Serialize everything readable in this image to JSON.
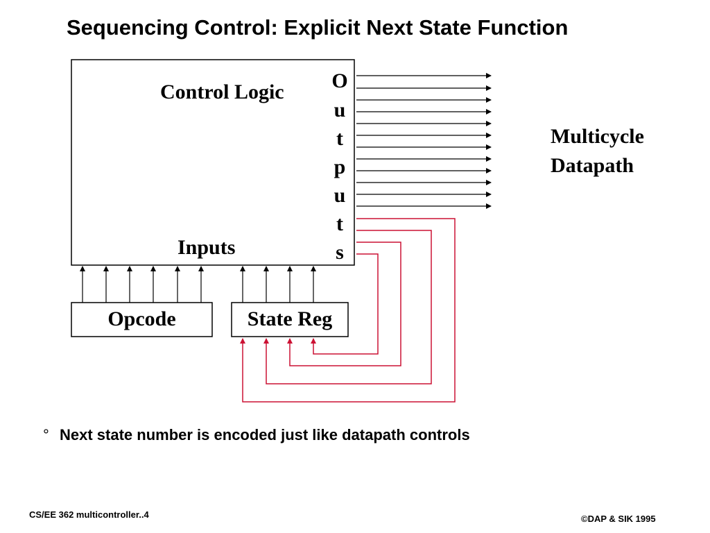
{
  "title": "Sequencing Control: Explicit Next State Function",
  "control_box": {
    "label": "Control Logic",
    "inputs_label": "Inputs",
    "outputs_label": [
      "O",
      "u",
      "t",
      "p",
      "u",
      "t",
      "s"
    ]
  },
  "datapath": {
    "line1": "Multicycle",
    "line2": "Datapath"
  },
  "opcode_box": {
    "label": "Opcode"
  },
  "state_reg_box": {
    "label": "State Reg"
  },
  "bullet": {
    "symbol": "°",
    "text": "Next state number is encoded just like datapath controls"
  },
  "footer": {
    "left": "CS/EE 362 multicontroller..4",
    "right": "©DAP & SIK 1995"
  },
  "colors": {
    "wire": "#000000",
    "feedback": "#cc1133"
  }
}
